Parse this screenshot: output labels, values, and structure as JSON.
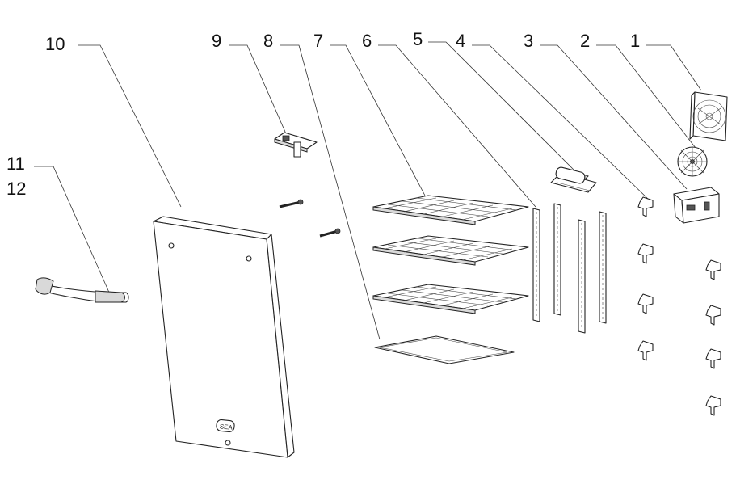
{
  "labels": {
    "l1": "1",
    "l2": "2",
    "l3": "3",
    "l4": "4",
    "l5": "5",
    "l6": "6",
    "l7": "7",
    "l8": "8",
    "l9": "9",
    "l10": "10",
    "l11": "11",
    "l12": "12"
  },
  "door_badge": "SEA"
}
